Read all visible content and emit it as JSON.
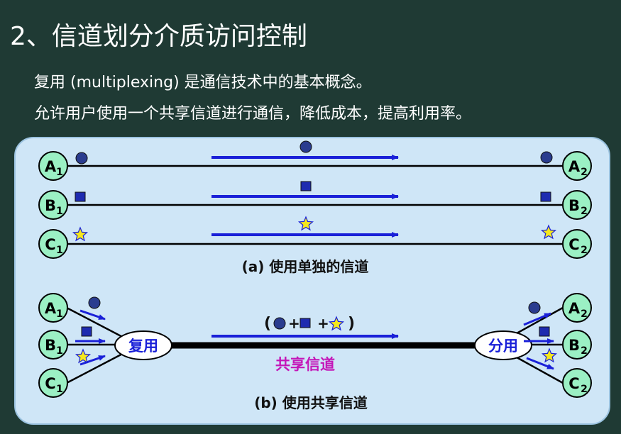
{
  "title": "2、信道划分介质访问控制",
  "intro": {
    "line1": "复用 (multiplexing) 是通信技术中的基本概念。",
    "line2": "允许用户使用一个共享信道进行通信，降低成本，提高利用率。"
  },
  "diagram": {
    "nodes": {
      "A_left": "A",
      "A_left_sub": "1",
      "A_right": "A",
      "A_right_sub": "2",
      "B_left": "B",
      "B_left_sub": "1",
      "B_right": "B",
      "B_right_sub": "2",
      "C_left": "C",
      "C_left_sub": "1",
      "C_right": "C",
      "C_right_sub": "2"
    },
    "caption_a": "(a) 使用单独的信道",
    "caption_b": "(b) 使用共享信道",
    "mux_label": "复用",
    "demux_label": "分用",
    "shared_label": "共享信道",
    "combo": {
      "open": "(",
      "plus1": "+",
      "plus2": "+",
      "close": ")"
    },
    "colors": {
      "background": "#1f3a34",
      "panel": "#cfe6f7",
      "node": "#9bf0c4",
      "arrow": "#1a20d8",
      "circle_shape": "#2a3c8f",
      "square_shape": "#1e2bb0",
      "star_shape": "#f5e81c",
      "shared_label": "#c417b8"
    }
  }
}
